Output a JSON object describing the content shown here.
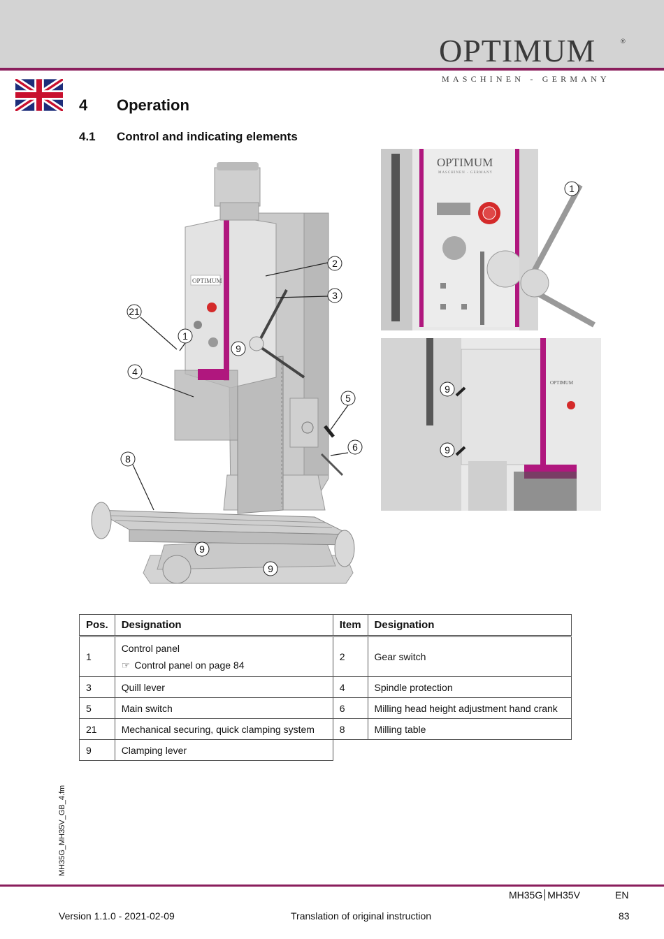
{
  "header": {
    "brand": "OPTIMUM",
    "registered": "®",
    "tagline": "MASCHINEN - GERMANY"
  },
  "language_flag": "uk-flag-icon",
  "section": {
    "number": "4",
    "title": "Operation"
  },
  "subsection": {
    "number": "4.1",
    "title": "Control and indicating elements"
  },
  "figure": {
    "brand_labels": [
      "OPTIMUM",
      "OPTIMUM",
      "MASCHINEN - GERMANY",
      "OPTIMUM"
    ],
    "callouts": [
      "1",
      "2",
      "3",
      "4",
      "5",
      "6",
      "8",
      "9",
      "9",
      "9",
      "21",
      "1",
      "9",
      "9"
    ]
  },
  "table": {
    "headers": [
      "Pos.",
      "Designation",
      "Item",
      "Designation"
    ],
    "rows": [
      {
        "pos": "1",
        "designation": "Control panel",
        "reference": "Control panel on page 84",
        "item": "2",
        "designation2": "Gear switch"
      },
      {
        "pos": "3",
        "designation": "Quill lever",
        "item": "4",
        "designation2": "Spindle protection"
      },
      {
        "pos": "5",
        "designation": "Main switch",
        "item": "6",
        "designation2": "Milling head height adjustment hand crank"
      },
      {
        "pos": "21",
        "designation": "Mechanical securing, quick clamping system",
        "item": "8",
        "designation2": "Milling table"
      },
      {
        "pos": "9",
        "designation": "Clamping lever"
      }
    ]
  },
  "side_label": "MH35G_MH35V_GB_4.fm",
  "footer": {
    "model_a": "MH35G",
    "model_b": "MH35V",
    "language": "EN",
    "version": "Version 1.1.0 - 2021-02-09",
    "note": "Translation of original instruction",
    "page": "83"
  },
  "colors": {
    "accent": "#8a1e5c",
    "magenta": "#b0177e",
    "header_gray": "#d3d3d3"
  }
}
